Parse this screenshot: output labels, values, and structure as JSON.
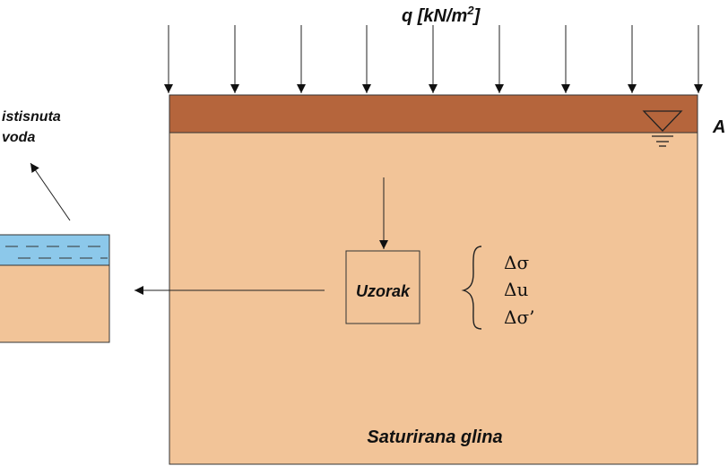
{
  "labels": {
    "load": "q  [kN/m",
    "load_exp": "2",
    "load_close": "]",
    "point_a": "A",
    "expelled_water_line1": "istisnuta",
    "expelled_water_line2": "voda",
    "sample": "Uzorak",
    "soil": "Saturirana glina",
    "delta_sigma": "Δσ",
    "delta_u": "Δu",
    "delta_sigma_eff": "Δσ’"
  },
  "colors": {
    "surcharge_layer": "#b5653c",
    "clay": "#f2c498",
    "water": "#8cc8ea",
    "line": "#222222"
  },
  "icons": {
    "water_table": "water-table-triangle-icon",
    "brace": "curly-brace-icon"
  }
}
